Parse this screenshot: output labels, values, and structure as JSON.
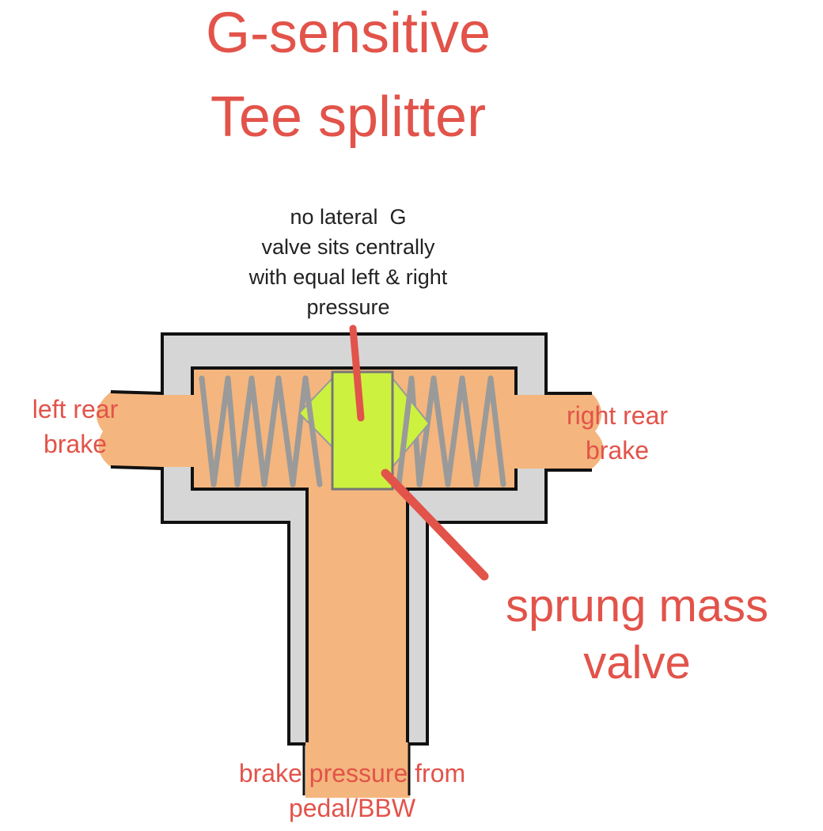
{
  "title": {
    "line1": "G-sensitive",
    "line2": "Tee splitter"
  },
  "note": {
    "lines": [
      "no lateral  G",
      "valve sits centrally",
      "with equal left & right",
      "pressure"
    ]
  },
  "labels": {
    "left_port": [
      "left rear",
      "brake"
    ],
    "right_port": [
      "right rear",
      "brake"
    ],
    "inlet": [
      "brake pressure from",
      "pedal/BBW"
    ],
    "valve": [
      "sprung mass",
      "valve"
    ]
  },
  "colors": {
    "red": "#e2534a",
    "fluid": "#f4b67e",
    "housing": "#d6d6d6",
    "outline": "#111111",
    "spring": "#9a9a9a",
    "valve": "#ccf23f"
  }
}
